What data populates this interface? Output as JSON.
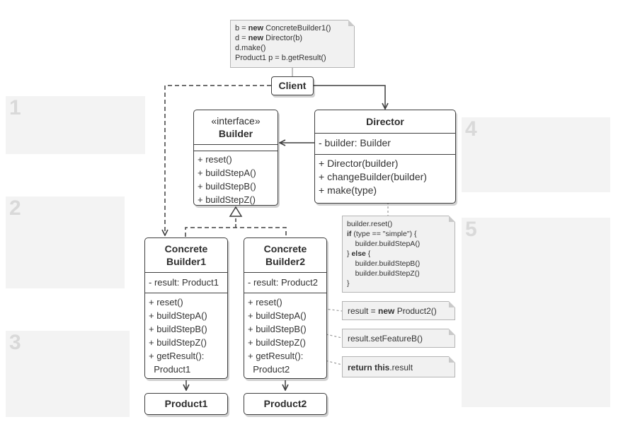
{
  "client_note": {
    "lines": [
      {
        "pre": "b = ",
        "kw": "new",
        "post": " ConcreteBuilder1()"
      },
      {
        "pre": "d = ",
        "kw": "new",
        "post": " Director(b)"
      },
      {
        "pre": "d.make()",
        "kw": "",
        "post": ""
      },
      {
        "pre": "Product1 p = b.getResult()",
        "kw": "",
        "post": ""
      }
    ]
  },
  "client": {
    "label": "Client"
  },
  "builder": {
    "stereotype": "«interface»",
    "name": "Builder",
    "methods": [
      "+ reset()",
      "+ buildStepA()",
      "+ buildStepB()",
      "+ buildStepZ()"
    ]
  },
  "director": {
    "name": "Director",
    "fields": [
      "- builder: Builder"
    ],
    "methods": [
      "+ Director(builder)",
      "+ changeBuilder(builder)",
      "+ make(type)"
    ]
  },
  "concrete_builder1": {
    "name_line1": "Concrete",
    "name_line2": "Builder1",
    "fields": [
      "- result: Product1"
    ],
    "methods": [
      "+ reset()",
      "+ buildStepA()",
      "+ buildStepB()",
      "+ buildStepZ()",
      "+ getResult():",
      "  Product1"
    ]
  },
  "concrete_builder2": {
    "name_line1": "Concrete",
    "name_line2": "Builder2",
    "fields": [
      "- result: Product2"
    ],
    "methods": [
      "+ reset()",
      "+ buildStepA()",
      "+ buildStepB()",
      "+ buildStepZ()",
      "+ getResult():",
      "  Product2"
    ]
  },
  "product1": {
    "name": "Product1"
  },
  "product2": {
    "name": "Product2"
  },
  "make_note": {
    "lines": [
      {
        "pre": "builder.reset()",
        "kw": "",
        "post": ""
      },
      {
        "pre": "",
        "kw": "if",
        "post": " (type == \"simple\") {"
      },
      {
        "pre": "    builder.buildStepA()",
        "kw": "",
        "post": ""
      },
      {
        "pre": "} ",
        "kw": "else",
        "post": " {"
      },
      {
        "pre": "    builder.buildStepB()",
        "kw": "",
        "post": ""
      },
      {
        "pre": "    builder.buildStepZ()",
        "kw": "",
        "post": ""
      },
      {
        "pre": "}",
        "kw": "",
        "post": ""
      }
    ]
  },
  "reset_note": {
    "pre": "result = ",
    "kw": "new",
    "post": " Product2()"
  },
  "feature_note": {
    "pre": "result.setFeatureB()",
    "kw": "",
    "post": ""
  },
  "return_note": {
    "pre": "",
    "kw": "return this",
    "post": ".result"
  },
  "side_notes": [
    {
      "num": "1",
      "title": "",
      "text": ""
    },
    {
      "num": "2",
      "title": "",
      "text": ""
    },
    {
      "num": "3",
      "title": "",
      "text": ""
    },
    {
      "num": "4",
      "title": "",
      "text": ""
    },
    {
      "num": "5",
      "title": "",
      "text": ""
    }
  ],
  "colors": {
    "line": "#3f3f3f",
    "note_bg": "#f1f1f1",
    "side_bg": "#f3f3f3"
  }
}
